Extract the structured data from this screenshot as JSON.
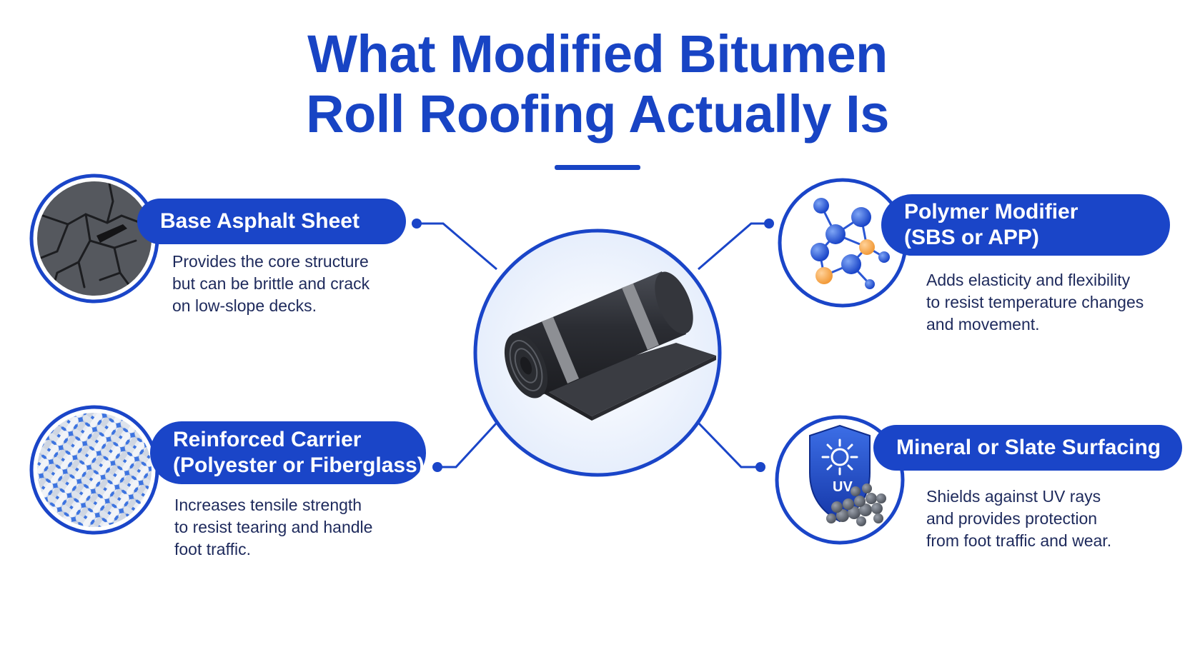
{
  "title": {
    "line1": "What Modified Bitumen",
    "line2": "Roll Roofing Actually Is"
  },
  "colors": {
    "accent": "#1a45c8",
    "text_dark": "#1e2a5c",
    "background": "#ffffff"
  },
  "center": {
    "icon": "roofing-roll-icon"
  },
  "components": {
    "base": {
      "title_lines": [
        "Base Asphalt Sheet"
      ],
      "desc_lines": [
        "Provides the core structure",
        "but can be brittle and crack",
        "on low-slope decks."
      ],
      "icon": "cracked-asphalt-icon"
    },
    "carrier": {
      "title_lines": [
        "Reinforced Carrier",
        "(Polyester or Fiberglass)"
      ],
      "desc_lines": [
        "Increases tensile strength",
        "to resist tearing and handle",
        "foot traffic."
      ],
      "icon": "woven-mesh-icon"
    },
    "polymer": {
      "title_lines": [
        "Polymer Modifier",
        "(SBS or APP)"
      ],
      "desc_lines": [
        "Adds elasticity and flexibility",
        "to resist temperature changes",
        "and movement."
      ],
      "icon": "molecule-icon"
    },
    "surfacing": {
      "title_lines": [
        "Mineral or Slate Surfacing"
      ],
      "desc_lines": [
        "Shields against UV rays",
        "and provides protection",
        "from foot traffic and wear."
      ],
      "icon": "uv-shield-granules-icon",
      "badge_text": "UV"
    }
  }
}
